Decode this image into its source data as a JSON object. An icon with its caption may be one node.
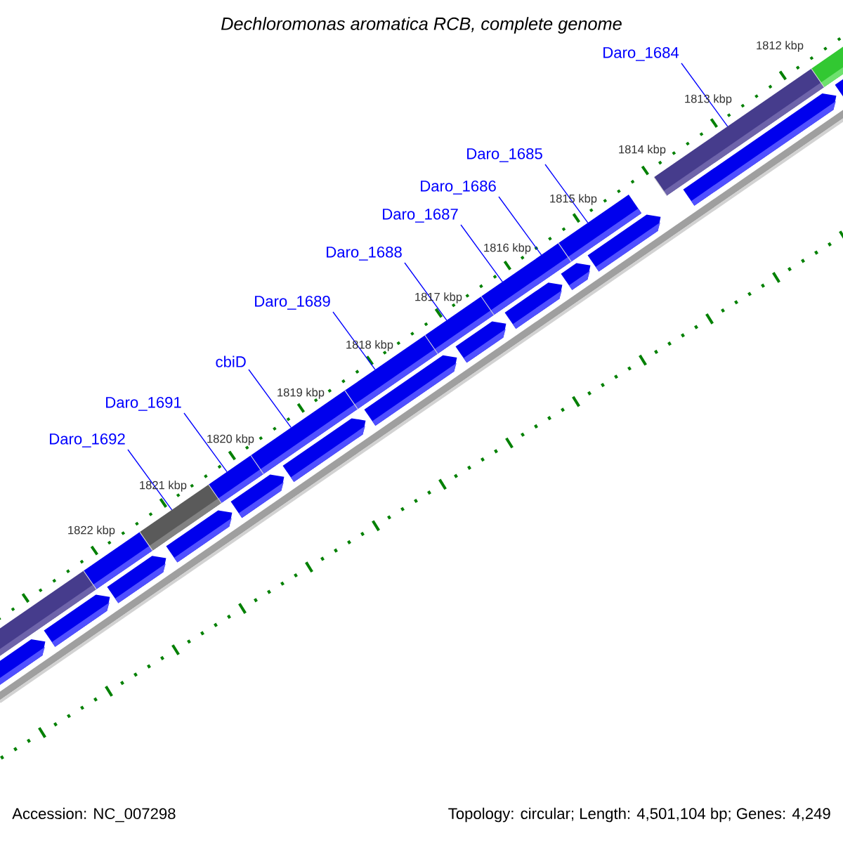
{
  "diagram": {
    "title": "Dechloromonas aromatica RCB, complete genome",
    "nodes": [
      {
        "text": [
          "Daro_1684"
        ]
      },
      {
        "text": [
          "Daro_1685"
        ]
      },
      {
        "text": [
          "Daro_1686"
        ]
      },
      {
        "text": [
          "Daro_1687"
        ]
      },
      {
        "text": [
          "Daro_1688"
        ]
      },
      {
        "text": [
          "Daro_1689"
        ]
      },
      {
        "text": [
          "cbiD"
        ]
      },
      {
        "text": [
          "Daro_1691"
        ]
      },
      {
        "text": [
          "Daro_1692"
        ]
      },
      {
        "text": [],
        "shape": "bar"
      },
      {
        "text": [],
        "shape": "bar"
      },
      {
        "text": [],
        "shape": "bar"
      },
      {
        "text": [],
        "shape": "bar"
      },
      {
        "text": [],
        "shape": "bar"
      },
      {
        "text": [],
        "shape": "bar"
      },
      {
        "text": [],
        "shape": "bar"
      },
      {
        "text": [],
        "shape": "bar"
      },
      {
        "text": [],
        "shape": "bar"
      },
      {
        "text": [],
        "shape": "bar"
      },
      {
        "text": [],
        "shape": "bar"
      }
    ],
    "edges": [
      {
        "from": 0,
        "to": 18,
        "arrow": "none"
      },
      {
        "from": 1,
        "to": 17,
        "arrow": "none"
      },
      {
        "from": 2,
        "to": 16,
        "arrow": "none"
      },
      {
        "from": 3,
        "to": 16,
        "arrow": "none"
      },
      {
        "from": 4,
        "to": 15,
        "arrow": "none"
      },
      {
        "from": 5,
        "to": 14,
        "arrow": "none"
      },
      {
        "from": 6,
        "to": 13,
        "arrow": "none"
      },
      {
        "from": 7,
        "to": 12,
        "arrow": "none"
      },
      {
        "from": 8,
        "to": 11,
        "arrow": "none"
      }
    ],
    "labels": [
      "1812 kbp",
      "1813 kbp",
      "1814 kbp",
      "1815 kbp",
      "1816 kbp",
      "1817 kbp",
      "1818 kbp",
      "1819 kbp",
      "1820 kbp",
      "1821 kbp",
      "1822 kbp",
      "Accession: NC_007298",
      "Topology: circular; Length: 4,501,104 bp; Genes: 4,249"
    ]
  }
}
